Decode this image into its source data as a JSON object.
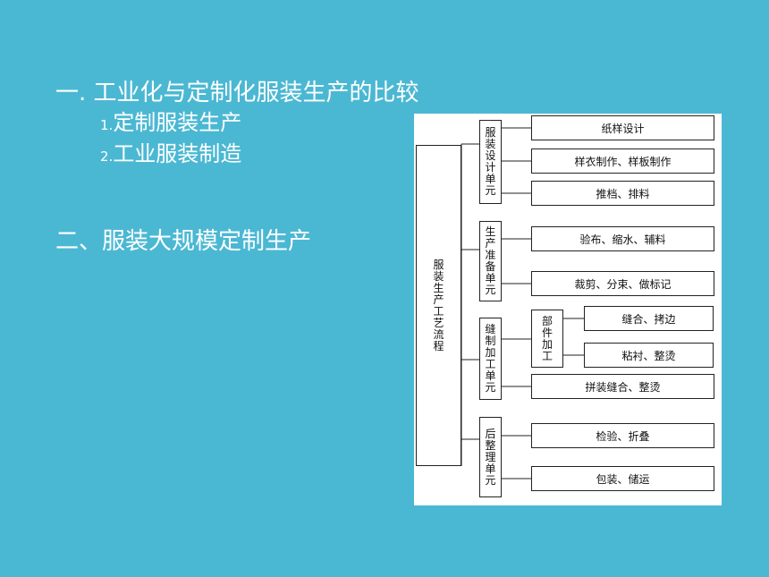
{
  "outline": {
    "item1": {
      "marker": "一.",
      "text": "工业化与定制化服装生产的比较"
    },
    "sub1": {
      "num": "1.",
      "text": "定制服装生产"
    },
    "sub2": {
      "num": "2.",
      "text": "工业服装制造"
    },
    "item2": {
      "text": "二、服装大规模定制生产"
    }
  },
  "diagram": {
    "root": "服装生产工艺流程",
    "unit1": {
      "label": "服装设计单元",
      "steps": [
        "纸样设计",
        "样衣制作、样板制作",
        "推档、排料"
      ]
    },
    "unit2": {
      "label": "生产准备单元",
      "steps": [
        "验布、缩水、辅料",
        "裁剪、分束、做标记"
      ]
    },
    "unit3": {
      "label": "缝制加工单元",
      "sub": {
        "label": "部件加工",
        "steps": [
          "缝合、拷边",
          "粘衬、整烫"
        ]
      },
      "steps": [
        "拼装缝合、整烫"
      ]
    },
    "unit4": {
      "label": "后整理单元",
      "steps": [
        "检验、折叠",
        "包装、储运"
      ]
    }
  },
  "colors": {
    "background": "#4bb8d3",
    "text": "#ffffff",
    "diagram_bg": "#ffffff",
    "line": "#222222"
  }
}
